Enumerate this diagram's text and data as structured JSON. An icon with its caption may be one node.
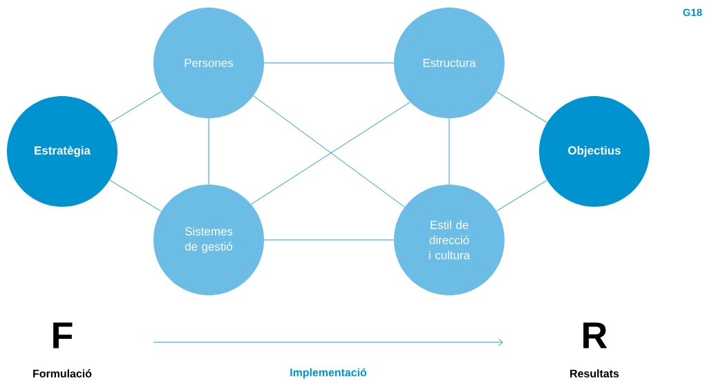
{
  "diagram": {
    "nodes": [
      {
        "text": [
          "Estratègia"
        ]
      },
      {
        "text": [
          "Persones"
        ]
      },
      {
        "text": [
          "Estructura"
        ]
      },
      {
        "text": [
          "Sistemes de gestió"
        ]
      },
      {
        "text": [
          "Estil de direcció i cultura"
        ]
      },
      {
        "text": [
          "Objectius"
        ]
      }
    ],
    "edges": [
      {
        "from": 0,
        "to": 1,
        "arrow": "none"
      },
      {
        "from": 0,
        "to": 3,
        "arrow": "none"
      },
      {
        "from": 1,
        "to": 2,
        "arrow": "none"
      },
      {
        "from": 1,
        "to": 3,
        "arrow": "none"
      },
      {
        "from": 1,
        "to": 4,
        "arrow": "none"
      },
      {
        "from": 3,
        "to": 2,
        "arrow": "none"
      },
      {
        "from": 2,
        "to": 4,
        "arrow": "none"
      },
      {
        "from": 3,
        "to": 4,
        "arrow": "none"
      },
      {
        "from": 2,
        "to": 5,
        "arrow": "none"
      },
      {
        "from": 4,
        "to": 5,
        "arrow": "none"
      }
    ],
    "labels": [
      "G18",
      "F",
      "R",
      "Formulació",
      "Implementació",
      "Resultats"
    ]
  }
}
